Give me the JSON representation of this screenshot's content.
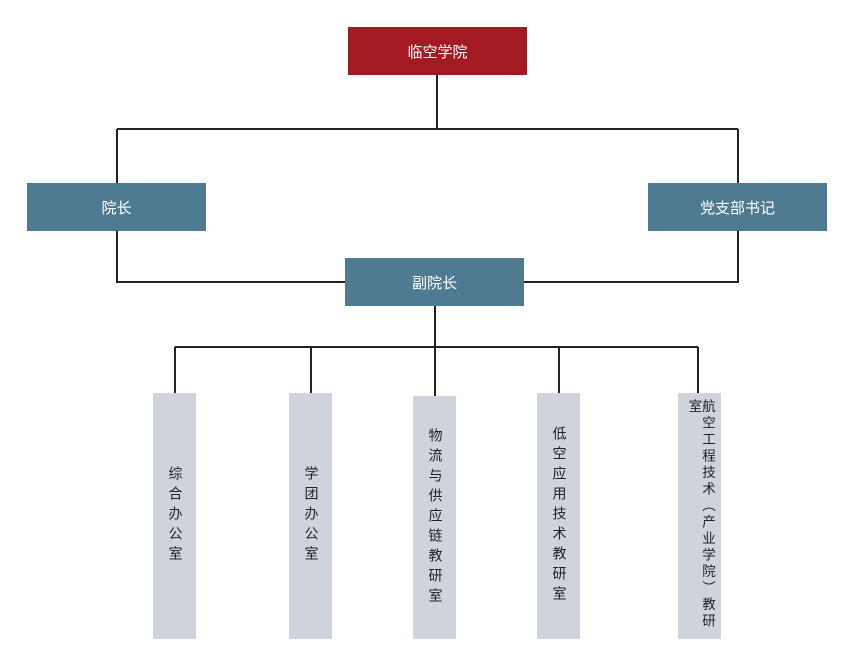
{
  "root": {
    "label": "临空学院"
  },
  "dean": {
    "label": "院长"
  },
  "party_secretary": {
    "label": "党支部书记"
  },
  "vice_dean": {
    "label": "副院长"
  },
  "departments": [
    {
      "label": "综合办公室"
    },
    {
      "label": "学团办公室"
    },
    {
      "label": "物流与供应链教研室"
    },
    {
      "label": "低空应用技术教研室"
    },
    {
      "label": "航空工程技术（产业学院）教研室"
    }
  ],
  "colors": {
    "root": "#a31a22",
    "mid": "#4e7b92",
    "leaf": "#cfd4dc",
    "line": "#222222"
  }
}
